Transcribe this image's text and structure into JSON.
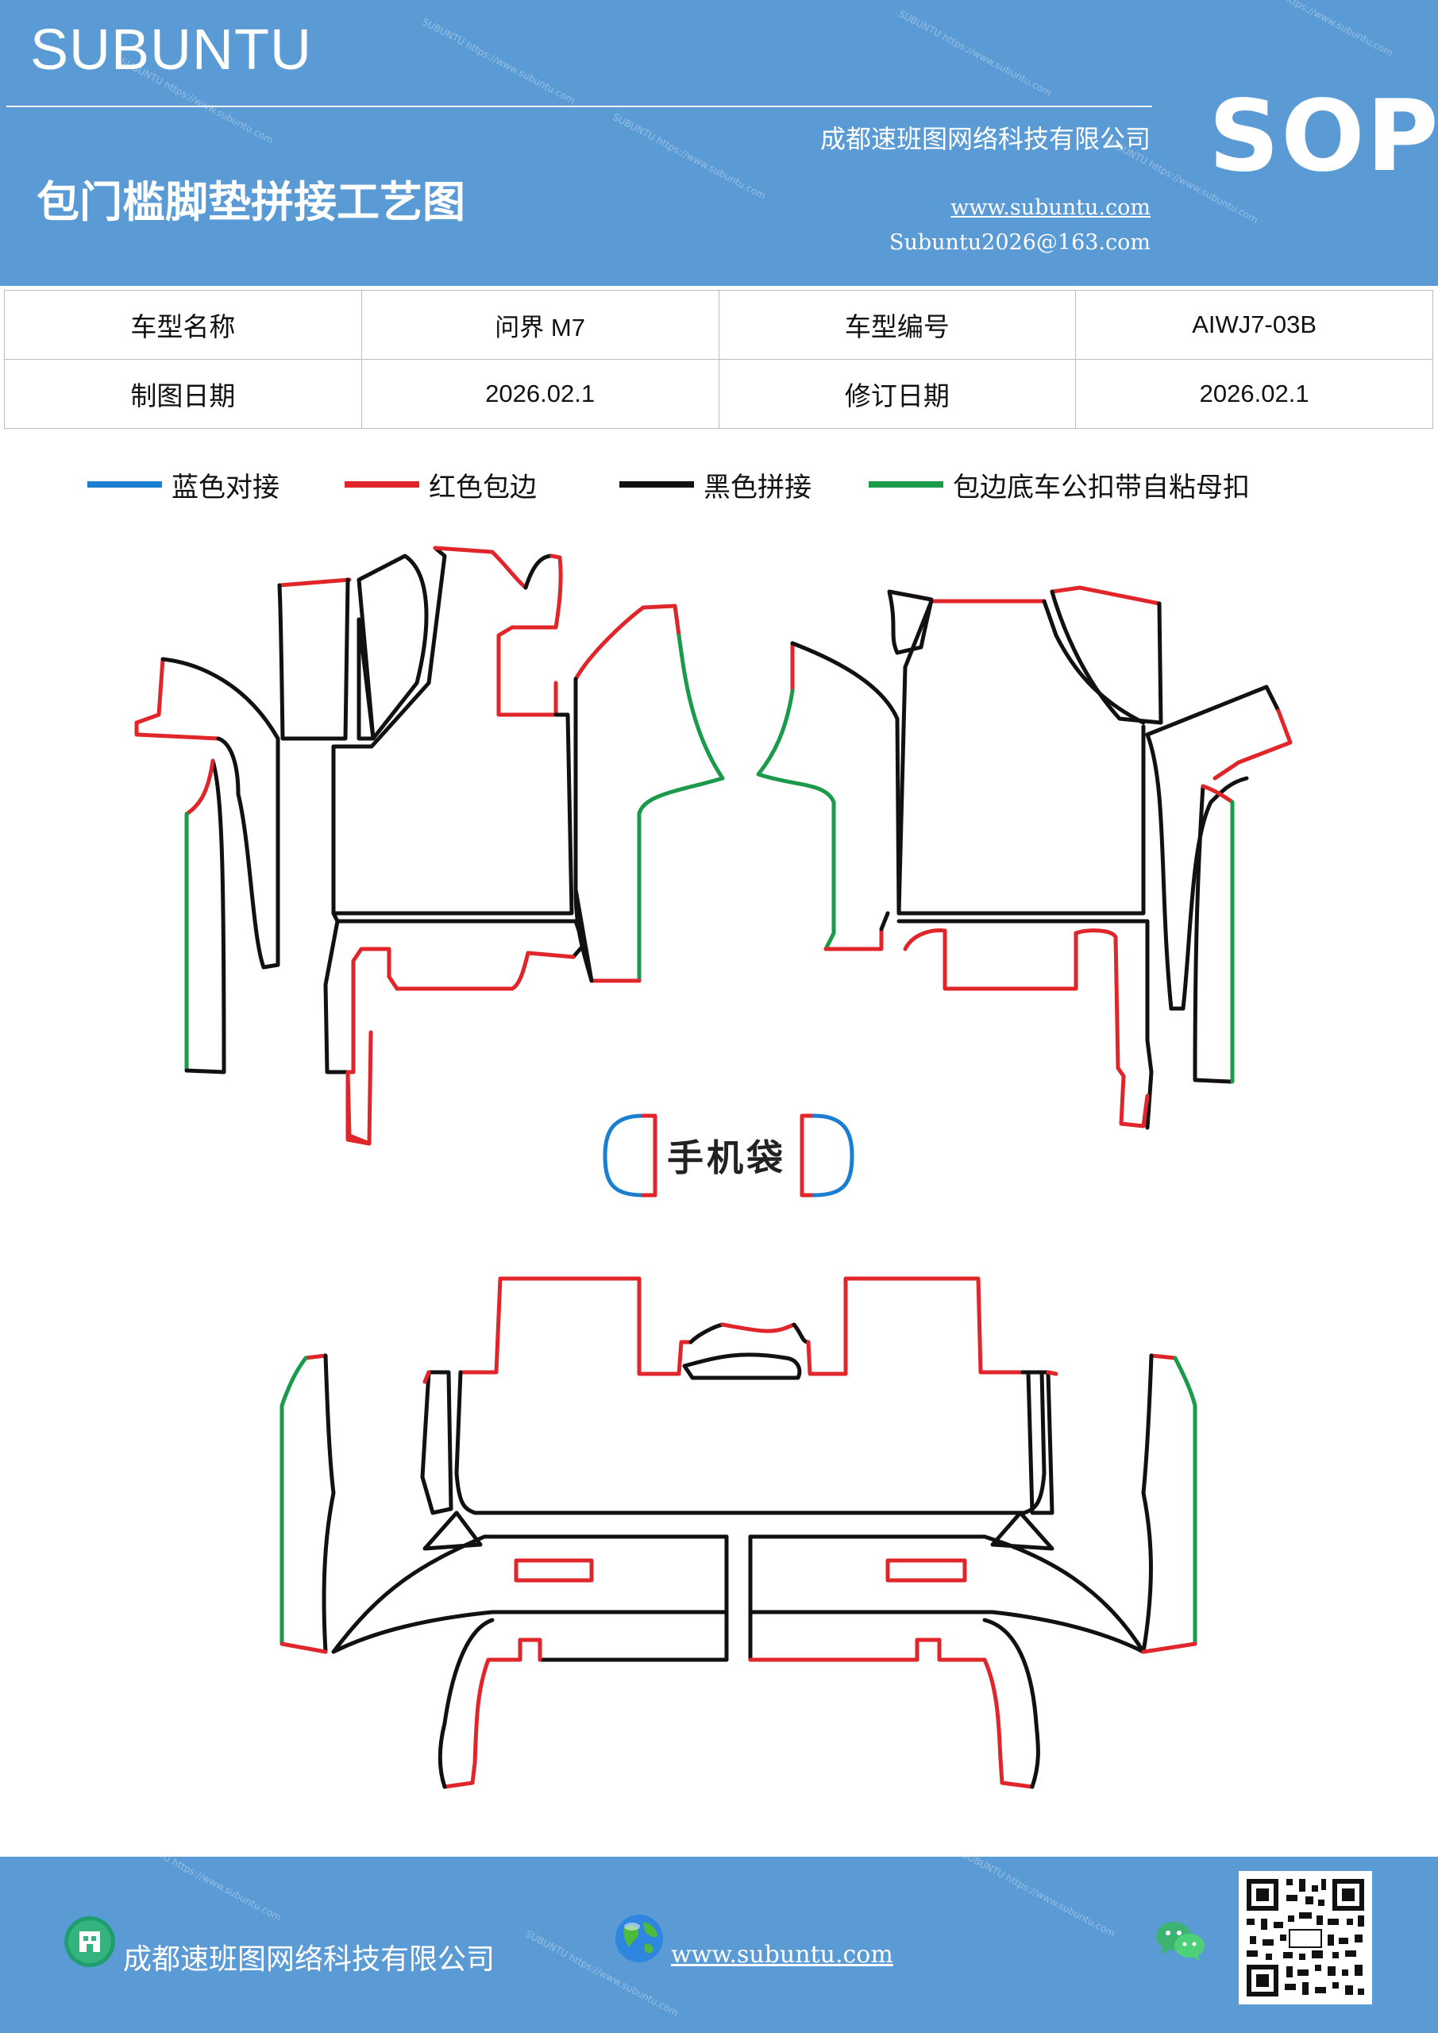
{
  "header": {
    "brand": "SUBUNTU",
    "title": "包门槛脚垫拼接工艺图",
    "company": "成都速班图网络科技有限公司",
    "url": "www.subuntu.com",
    "email": "Subuntu2026@163.com",
    "sop": "SOP"
  },
  "info_table": {
    "model_name_label": "车型名称",
    "model_name": "问界 M7",
    "model_code_label": "车型编号",
    "model_code": "AIWJ7-03B",
    "draw_date_label": "制图日期",
    "draw_date": "2026.02.1",
    "revise_date_label": "修订日期",
    "revise_date": "2026.02.1"
  },
  "legend": [
    {
      "label": "蓝色对接",
      "color": "#1a7fd0"
    },
    {
      "label": "红色包边",
      "color": "#e0262a"
    },
    {
      "label": "黑色拼接",
      "color": "#111111"
    },
    {
      "label": "包边底车公扣带自粘母扣",
      "color": "#1a9a4a"
    }
  ],
  "diagram": {
    "phone_pocket_label": "手机袋"
  },
  "footer": {
    "company": "成都速班图网络科技有限公司",
    "url": "www.subuntu.com",
    "building_icon": "building-icon",
    "globe_icon": "globe-icon",
    "wechat_icon": "wechat-icon",
    "qr_icon": "qr-code"
  },
  "watermark": "SUBUNTU https://www.subuntu.com"
}
